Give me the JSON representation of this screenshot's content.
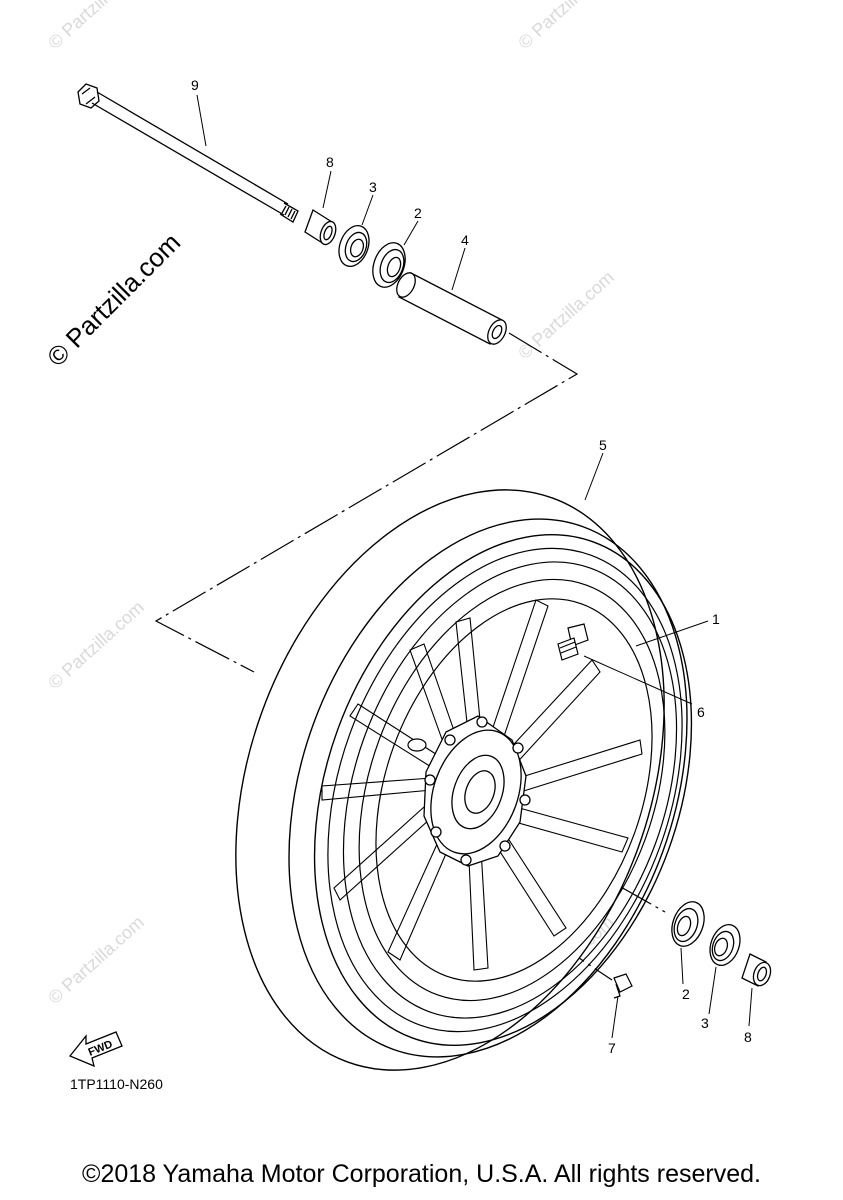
{
  "watermark": {
    "main_text": "© Partzilla.com",
    "tile_text": "© Partzilla.com"
  },
  "callouts": {
    "axle": "9",
    "collar_top": "8",
    "seal_top": "3",
    "bearing_top": "2",
    "spacer": "4",
    "tire": "5",
    "cast_wheel": "1",
    "valve": "6",
    "bearing_bottom": "2",
    "seal_bottom": "3",
    "collar_bottom": "8",
    "balance_weight": "7"
  },
  "fwd_label": "FWD",
  "diagram_code": "1TP1110-N260",
  "copyright": "©2018 Yamaha Motor Corporation, U.S.A. All rights reserved."
}
